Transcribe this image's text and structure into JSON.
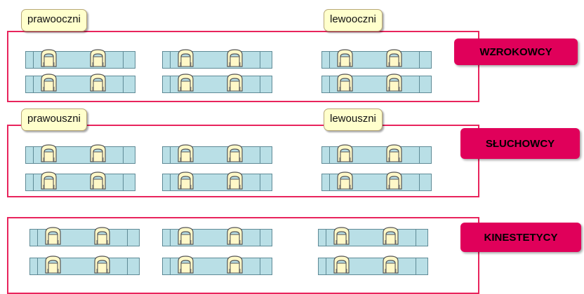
{
  "groups": [
    {
      "id": "wzrokowcy",
      "category": "WZROKOWCY",
      "left_label": "prawooczni",
      "right_label": "lewooczni"
    },
    {
      "id": "sluchowcy",
      "category": "SŁUCHOWCY",
      "left_label": "prawouszni",
      "right_label": "lewouszni"
    },
    {
      "id": "kinestetycy",
      "category": "KINESTETYCY",
      "left_label": "",
      "right_label": ""
    }
  ],
  "colors": {
    "group_border": "#e8245c",
    "category_bg": "#e0005a",
    "tag_bg": "#ffffcc",
    "desk_fill": "#b9dfe6",
    "chair_fill": "#fff8c8"
  },
  "icons": {
    "chair": "chair-icon",
    "desk": "desk-icon"
  }
}
